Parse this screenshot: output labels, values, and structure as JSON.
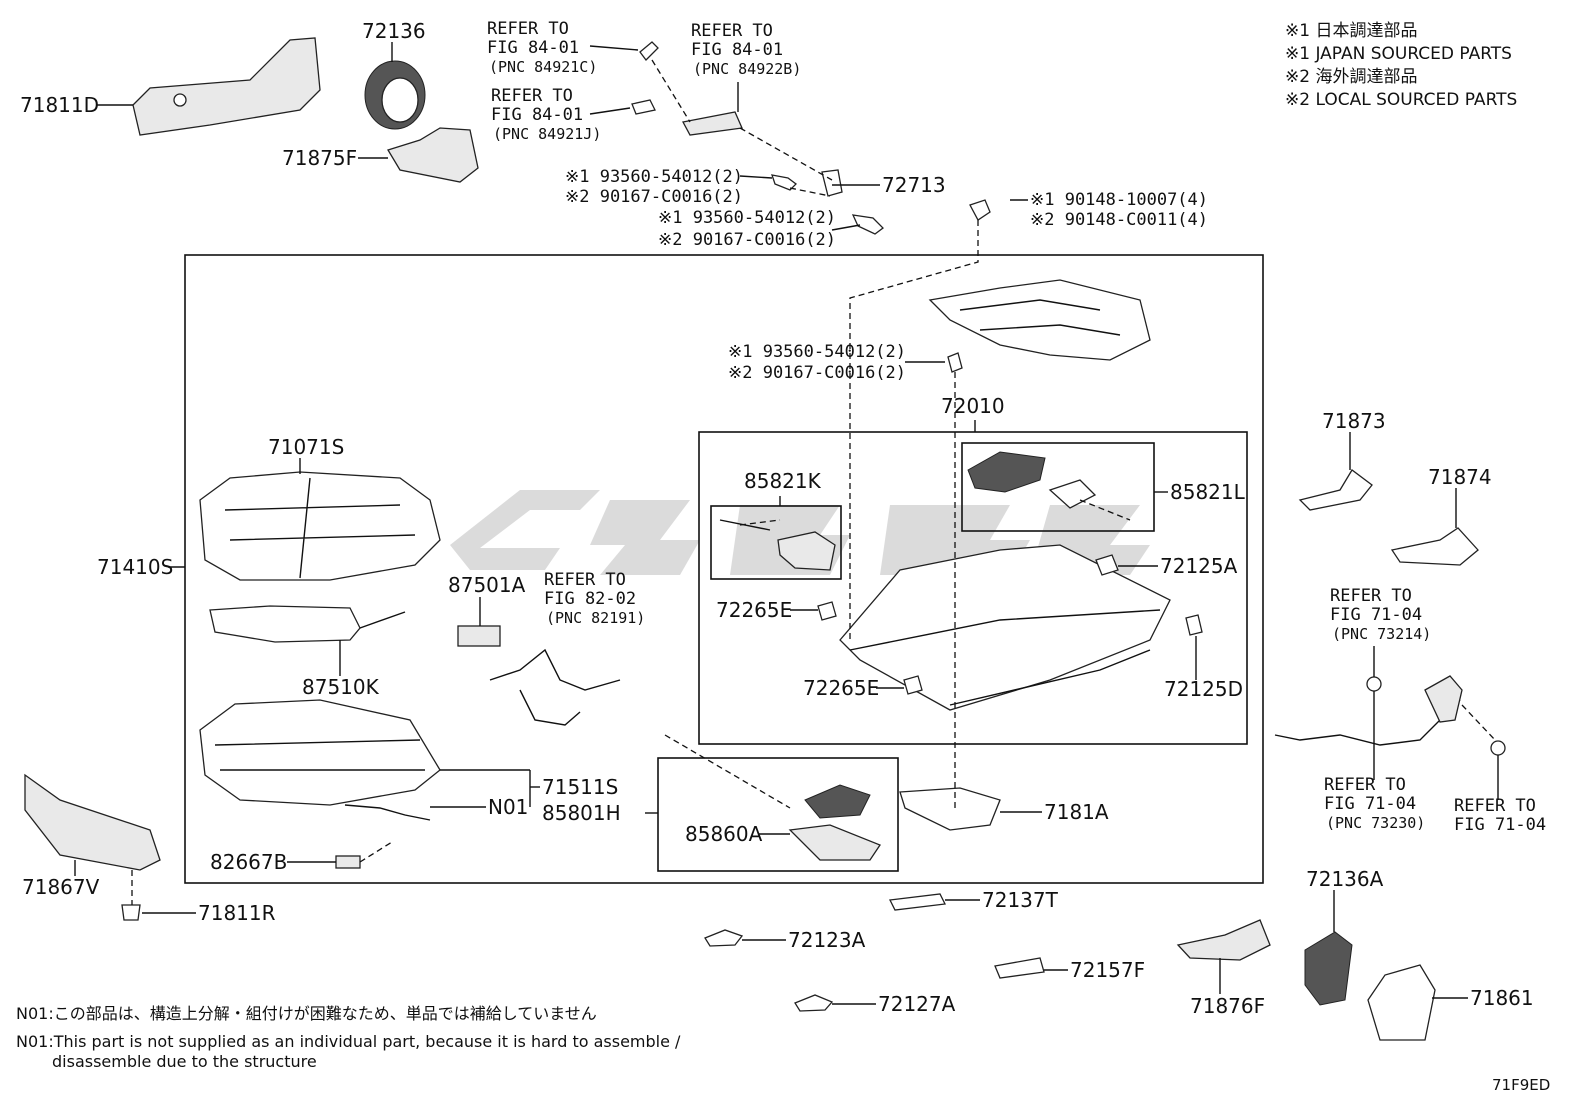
{
  "legend": [
    "※1 日本調達部品",
    "※1 JAPAN SOURCED PARTS",
    "※2 海外調達部品",
    "※2 LOCAL SOURCED PARTS"
  ],
  "parts": {
    "p71811D": "71811D",
    "p72136": "72136",
    "p71875F": "71875F",
    "p72713": "72713",
    "p71071S": "71071S",
    "p71410S": "71410S",
    "p87510K": "87510K",
    "p87501A": "87501A",
    "p71511S": "71511S",
    "n01": "N01",
    "p82667B": "82667B",
    "p85801H": "85801H",
    "p85860A": "85860A",
    "p72010": "72010",
    "p85821K": "85821K",
    "p85821L": "85821L",
    "p72125A": "72125A",
    "p72265E_1": "72265E",
    "p72265E_2": "72265E",
    "p72125D": "72125D",
    "p7181A": "7181A",
    "p71867V": "71867V",
    "p71811R": "71811R",
    "p72137T": "72137T",
    "p72123A": "72123A",
    "p72157F": "72157F",
    "p72127A": "72127A",
    "p71876F": "71876F",
    "p72136A": "72136A",
    "p71861": "71861",
    "p71873": "71873",
    "p71874": "71874"
  },
  "refer": {
    "r1": {
      "l1": "REFER TO",
      "l2": "FIG 84-01",
      "l3": "(PNC 84921C)"
    },
    "r2": {
      "l1": "REFER TO",
      "l2": "FIG 84-01",
      "l3": "(PNC 84922B)"
    },
    "r3": {
      "l1": "REFER TO",
      "l2": "FIG 84-01",
      "l3": "(PNC 84921J)"
    },
    "r4": {
      "l1": "REFER TO",
      "l2": "FIG 82-02",
      "l3": "(PNC 82191)"
    },
    "r5": {
      "l1": "REFER TO",
      "l2": "FIG 71-04",
      "l3": "(PNC 73214)"
    },
    "r6": {
      "l1": "REFER TO",
      "l2": "FIG 71-04",
      "l3": "(PNC 73230)"
    },
    "r7": {
      "l1": "REFER TO",
      "l2": "FIG 71-04"
    }
  },
  "bolts": {
    "b1a": "※1 93560-54012(2)",
    "b1b": "※2 90167-C0016(2)",
    "b2a": "※1 93560-54012(2)",
    "b2b": "※2 90167-C0016(2)",
    "b3a": "※1 90148-10007(4)",
    "b3b": "※2 90148-C0011(4)",
    "b4a": "※1 93560-54012(2)",
    "b4b": "※2 90167-C0016(2)"
  },
  "notes": {
    "jp": "N01:この部品は、構造上分解・組付けが困難なため、単品では補給していません",
    "en1": "N01:This part is not supplied as an individual part, because it is hard to assemble /",
    "en2": "disassemble due to the structure"
  },
  "figure_code": "71F9ED"
}
